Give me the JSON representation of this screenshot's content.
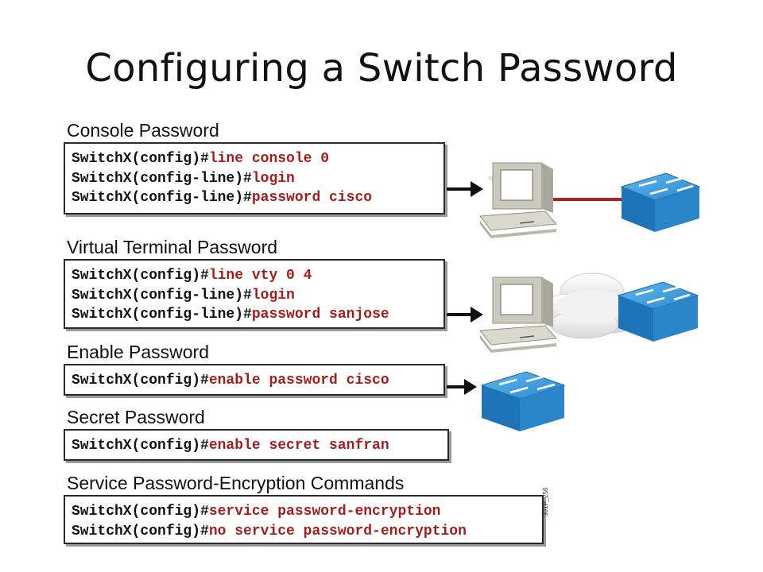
{
  "title": "Configuring a Switch Password",
  "sections": [
    {
      "heading": "Console Password",
      "lines": [
        {
          "prompt": "SwitchX(config)#",
          "arg": "line console 0"
        },
        {
          "prompt": "SwitchX(config-line)#",
          "arg": "login"
        },
        {
          "prompt": "SwitchX(config-line)#",
          "arg": "password cisco"
        }
      ]
    },
    {
      "heading": "Virtual Terminal Password",
      "lines": [
        {
          "prompt": "SwitchX(config)#",
          "arg": "line vty 0 4"
        },
        {
          "prompt": "SwitchX(config-line)#",
          "arg": "login"
        },
        {
          "prompt": "SwitchX(config-line)#",
          "arg": "password sanjose"
        }
      ]
    },
    {
      "heading": "Enable Password",
      "lines": [
        {
          "prompt": "SwitchX(config)#",
          "arg": "enable password cisco"
        }
      ]
    },
    {
      "heading": "Secret Password",
      "lines": [
        {
          "prompt": "SwitchX(config)#",
          "arg": "enable secret sanfran"
        }
      ]
    },
    {
      "heading": "Service Password-Encryption Commands",
      "lines": [
        {
          "prompt": "SwitchX(config)#",
          "arg": "service password-encryption"
        },
        {
          "prompt": "SwitchX(config)#",
          "arg": "no service password-encryption"
        }
      ]
    }
  ],
  "figure_ref": "301P_256",
  "colors": {
    "command_arg": "#a31d1d",
    "switch": "#2f8fd3",
    "console_cable": "#b01e1e",
    "computer": "#c9c9bd"
  },
  "icons": [
    "computer-icon",
    "switch-icon",
    "cloud-icon",
    "arrow-icon"
  ]
}
